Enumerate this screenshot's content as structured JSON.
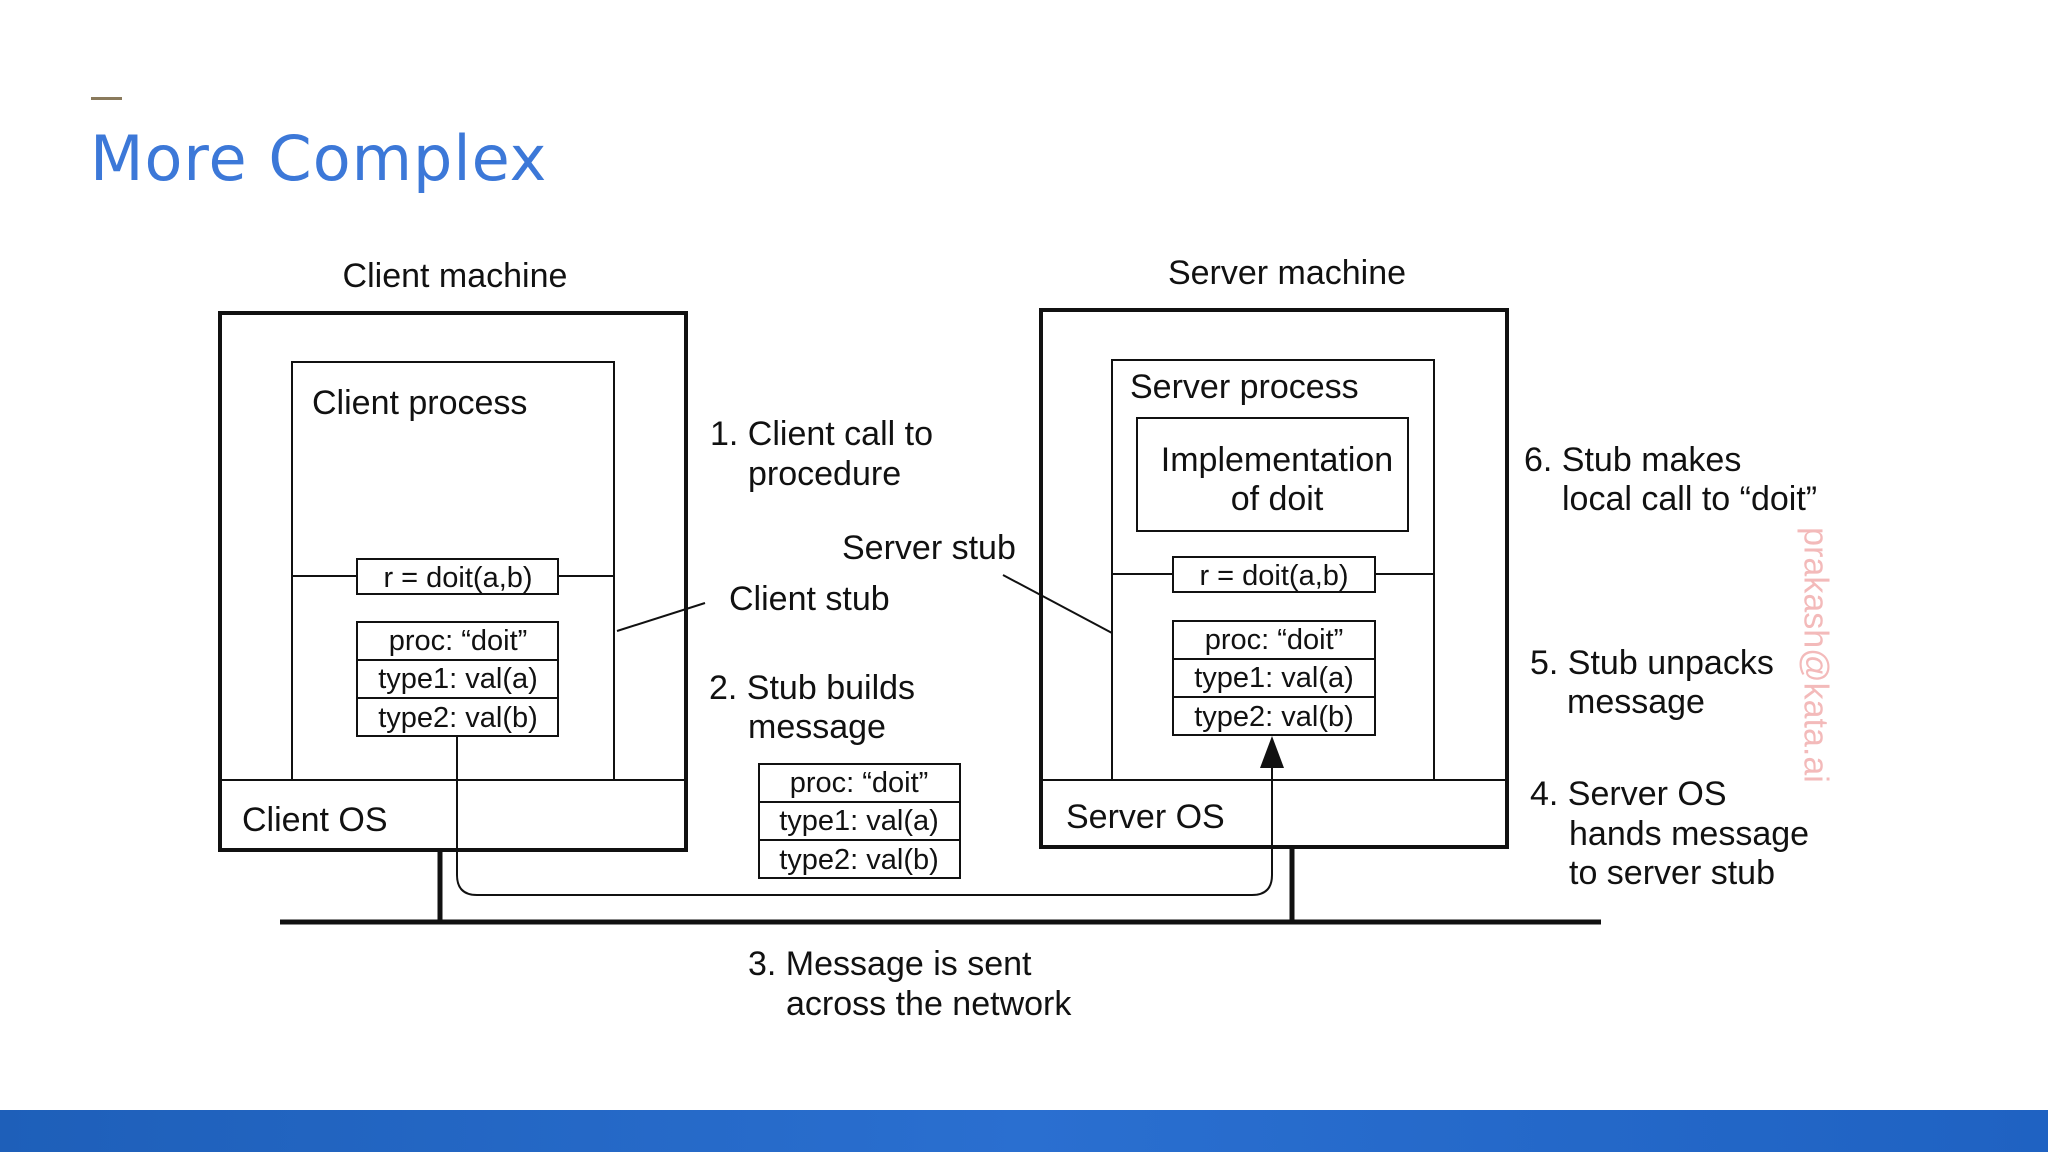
{
  "slide": {
    "title": "More Complex",
    "watermark": "prakash@kata.ai"
  },
  "diagram": {
    "client_machine": "Client machine",
    "server_machine": "Server machine",
    "client_process": "Client process",
    "server_process": "Server process",
    "implementation_line1": "Implementation",
    "implementation_line2": "of doit",
    "client_os": "Client OS",
    "server_os": "Server OS",
    "client_call": "r = doit(a,b)",
    "server_call": "r = doit(a,b)",
    "message": [
      "proc: “doit”",
      "type1:  val(a)",
      "type2:  val(b)"
    ],
    "client_stub": "Client stub",
    "server_stub": "Server stub",
    "steps": {
      "s1": [
        "1. Client call to",
        "procedure"
      ],
      "s2": [
        "2. Stub builds",
        "message"
      ],
      "s3": [
        "3. Message is sent",
        "across the network"
      ],
      "s4": [
        "4. Server OS",
        "hands message",
        "to server stub"
      ],
      "s5": [
        "5. Stub unpacks",
        "message"
      ],
      "s6": [
        "6. Stub makes",
        "local call to “doit”"
      ]
    }
  }
}
